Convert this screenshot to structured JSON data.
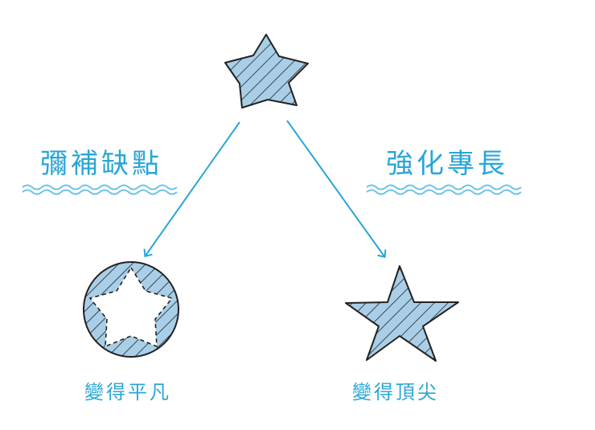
{
  "labels": {
    "left_branch": "彌補缺點",
    "right_branch": "強化專長",
    "left_result": "變得平凡",
    "right_result": "變得頂尖"
  },
  "colors": {
    "accent": "#29a6d6",
    "fill": "#a9cfe8",
    "outline": "#222222"
  },
  "icons": {
    "top": "star-icon",
    "left_result": "circle-with-star-hole-icon",
    "right_result": "spiky-star-icon"
  }
}
